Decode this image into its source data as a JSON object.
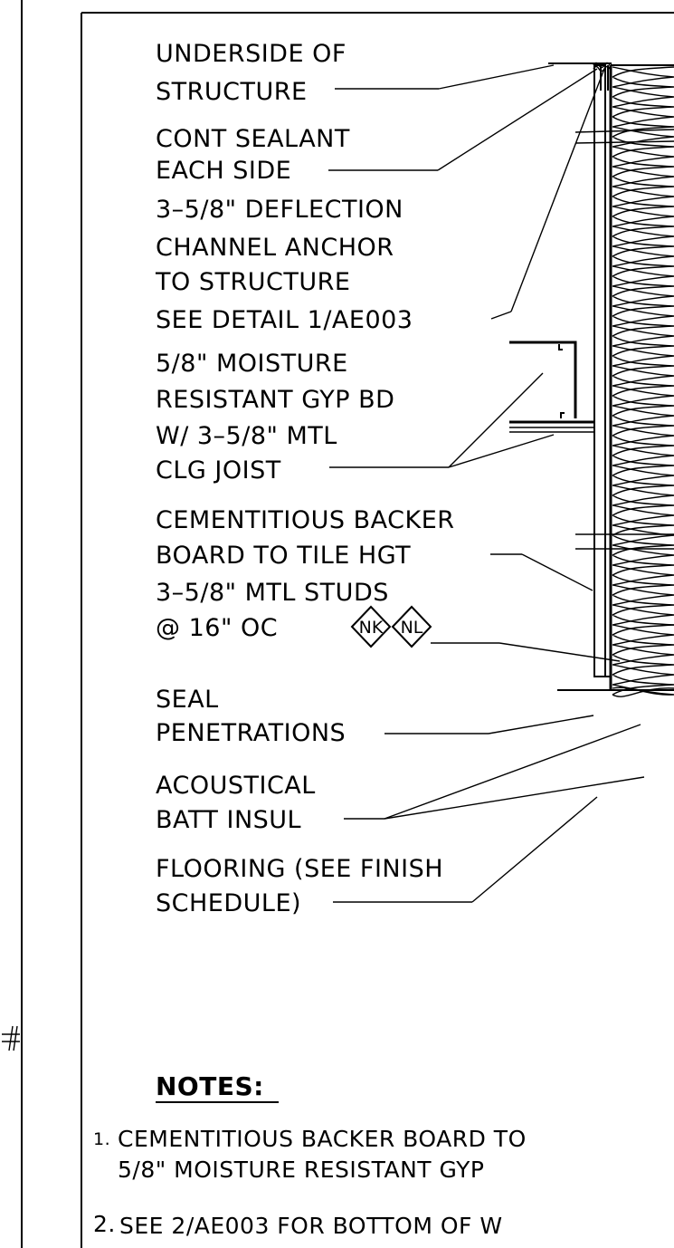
{
  "labels": {
    "underside": [
      "UNDERSIDE OF",
      "STRUCTURE"
    ],
    "sealant": [
      "CONT SEALANT",
      "EACH SIDE"
    ],
    "deflection": [
      "3–5/8\" DEFLECTION",
      "CHANNEL ANCHOR",
      "TO STRUCTURE",
      "SEE DETAIL 1/AE003"
    ],
    "gyp": [
      "5/8\" MOISTURE",
      "RESISTANT GYP BD",
      "W/ 3–5/8\" MTL",
      "CLG JOIST"
    ],
    "backer": [
      "CEMENTITIOUS BACKER",
      "BOARD TO TILE HGT"
    ],
    "studs": [
      "3–5/8\" MTL STUDS",
      "@ 16\" OC"
    ],
    "tags": [
      "NK",
      "NL"
    ],
    "seal": [
      "SEAL",
      "PENETRATIONS"
    ],
    "acoustical": [
      "ACOUSTICAL",
      "BATT INSUL"
    ],
    "flooring": [
      "FLOORING (SEE FINISH",
      "SCHEDULE)"
    ]
  },
  "notes": {
    "heading": "NOTES:",
    "items": [
      {
        "num": "1.",
        "lines": [
          "CEMENTITIOUS BACKER BOARD TO",
          "5/8\" MOISTURE RESISTANT GYP"
        ]
      },
      {
        "num": "2.",
        "lines": [
          "SEE 2/AE003 FOR BOTTOM OF W"
        ]
      }
    ]
  },
  "left_edge_mark": "#"
}
